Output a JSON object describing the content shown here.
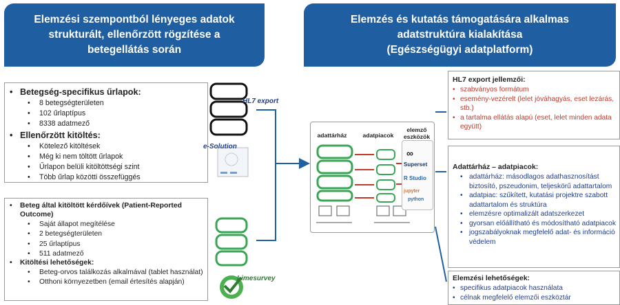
{
  "header_left": {
    "lines": [
      "Elemzési szempontból lényeges adatok",
      "strukturált, ellenőrzött rögzítése a",
      "betegellátás során"
    ]
  },
  "header_right": {
    "lines": [
      "Elemzés és kutatás támogatására alkalmas",
      "adatstruktúra kialakítása",
      "(Egészségügyi adatplatform)"
    ]
  },
  "left_top": {
    "sections": [
      {
        "title": "Betegség-specifikus űrlapok:",
        "items": [
          "8 betegségterületen",
          "102 űrlaptípus",
          "8338 adatmező"
        ]
      },
      {
        "title": "Ellenőrzött kitöltés:",
        "items": [
          "Kötelező kitöltések",
          "Még ki nem töltött űrlapok",
          "Űrlapon belüli kitöltöttségi szint",
          "Több űrlap közötti összefüggés"
        ]
      }
    ]
  },
  "left_bottom": {
    "sections": [
      {
        "title": "Beteg által kitöltött kérdőívek (Patient-Reported Outcome)",
        "items": [
          "Saját állapot megítélése",
          "2 betegségterületen",
          "25 űrlaptípus",
          "511 adatmező"
        ]
      },
      {
        "title": "Kitöltési lehetőségek:",
        "items": [
          "Beteg-orvos találkozás alkalmával (tablet használat)",
          "Otthoni környezetben (email értesítés alapján)"
        ]
      }
    ]
  },
  "flow": {
    "hl7_label": "HL7 export",
    "esolution_label": "e-Solution",
    "limesurvey_label": "Limesurvey"
  },
  "center": {
    "col_dw": "adattárház",
    "col_dm": "adatpiacok",
    "col_tools": "elemző eszközök",
    "tools": [
      "Superset",
      "R Studio",
      "jupyter",
      "python"
    ]
  },
  "right_boxes": [
    {
      "title": "HL7 export jellemzői:",
      "items": [
        "szabványos formátum",
        "esemény-vezérelt (lelet jóváhagyás, eset lezárás, stb.)",
        "a tartalma ellátás alapú (eset, lelet minden adata együtt)"
      ]
    },
    {
      "title": "Adattárház – adatpiacok:",
      "items": [
        "adattárház: másodlagos adathasznosítást biztosító, pszeudonim, teljeskörű adattartalom",
        "adatpiac: szűkített, kutatási projektre szabott adattartalom és struktúra",
        "elemzésre optimalizált adatszerkezet",
        "gyorsan előállítható és módosítható adatpiacok",
        "jogszabályoknak megfelelő adat- és információ védelem"
      ]
    },
    {
      "title": "Elemzési lehetőségek:",
      "items": [
        "specifikus adatpiacok használata",
        "célnak megfelelő elemzői eszköztár"
      ]
    }
  ],
  "colors": {
    "header_bg": "#1f5ea1",
    "green": "#3aa655",
    "red_text": "#c0392b",
    "navy_text": "#1f3e8c"
  }
}
